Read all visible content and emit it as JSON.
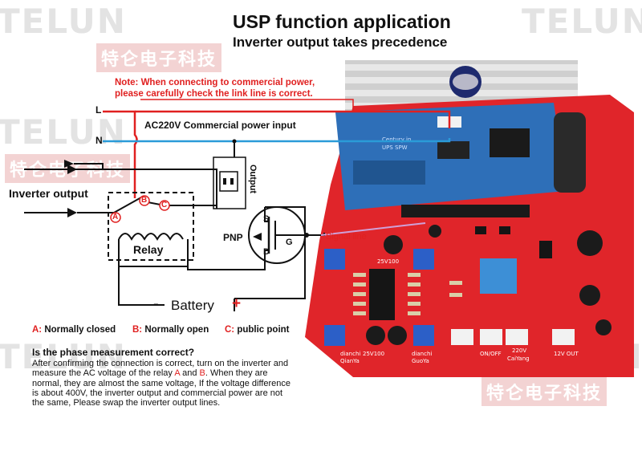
{
  "watermark": {
    "brand": "TELUN",
    "chinese": "特仑电子科技"
  },
  "title": "USP function application",
  "subtitle": "Inverter output takes precedence",
  "note": {
    "line1": "Note: When connecting to commercial power,",
    "line2": "please carefully check the link line is correct."
  },
  "diagram": {
    "line_L": "L",
    "line_N": "N",
    "ac_input": "AC220V Commercial power input",
    "inverter_output": "Inverter output",
    "output": "Output",
    "relay": "Relay",
    "pnp": "PNP",
    "transistor_S": "S",
    "transistor_D": "D",
    "transistor_G": "G",
    "signal_line": "Signal line",
    "battery": "Battery",
    "battery_minus": "-",
    "battery_plus": "+",
    "point_A": "A",
    "point_B": "B",
    "point_C": "C"
  },
  "legend": {
    "a_key": "A:",
    "a_text": "Normally closed",
    "b_key": "B:",
    "b_text": "Normally open",
    "c_key": "C:",
    "c_text": "public point"
  },
  "question": {
    "title": "Is the phase measurement correct?",
    "body_1": "After confirming the connection is correct, turn on the inverter and measure the AC voltage of the relay ",
    "A": "A",
    "and": " and ",
    "B": "B",
    "body_2": ". When they are normal, they are almost the same voltage, If the voltage difference is about 400V, the inverter output and commercial power are not the same, Please swap the inverter output lines."
  },
  "board": {
    "module_text_1": "Century in",
    "module_text_2": "UPS SPW",
    "chip_1": "25V100",
    "chip_2": "25V100",
    "label_dianchi_1": "dianchi",
    "label_qianya": "QianYa",
    "label_dianchi_2": "dianchi",
    "label_guoya": "GuoYa",
    "label_onoff": "ON/OFF",
    "label_220v": "220V",
    "label_caiyang": "CaiYang",
    "label_12v": "12V OUT"
  },
  "colors": {
    "red_wire": "#e02020",
    "blue_wire": "#2a9bd8",
    "board": "#e0252a",
    "module": "#2e6fb8"
  }
}
